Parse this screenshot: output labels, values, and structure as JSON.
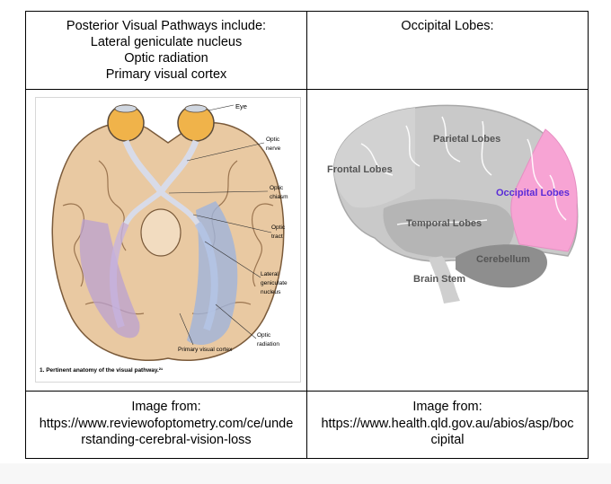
{
  "left_header": {
    "lines": [
      "Posterior Visual Pathways include:",
      "Lateral geniculate nucleus",
      "Optic radiation",
      "Primary visual cortex"
    ]
  },
  "right_header": {
    "text": "Occipital Lobes:"
  },
  "left_figure": {
    "labels": {
      "eye": "Eye",
      "optic_nerve_1": "Optic",
      "optic_nerve_2": "nerve",
      "optic_chiasm_1": "Optic",
      "optic_chiasm_2": "chiasm",
      "optic_tract_1": "Optic",
      "optic_tract_2": "tract",
      "lgn_1": "Lateral",
      "lgn_2": "geniculate",
      "lgn_3": "nucleus",
      "optic_radiation_1": "Optic",
      "optic_radiation_2": "radiation",
      "primary_visual_cortex": "Primary visual cortex"
    },
    "caption": "1. Pertinent anatomy of the visual pathway.²¹"
  },
  "right_figure": {
    "labels": {
      "parietal": "Parietal Lobes",
      "frontal": "Frontal Lobes",
      "occipital": "Occipital Lobes",
      "temporal": "Temporal Lobes",
      "cerebellum": "Cerebellum",
      "brain_stem": "Brain Stem"
    },
    "colors": {
      "brain_gray": "#c9c9c9",
      "temporal_gray": "#b5b5b5",
      "cerebellum_gray": "#8e8e8e",
      "occipital_pink": "#f7a4d4",
      "occipital_label": "#5a2bd8"
    }
  },
  "left_credit": {
    "lines": [
      "Image from:",
      "https://www.reviewofoptometry.com/ce/unde",
      "rstanding-cerebral-vision-loss"
    ]
  },
  "right_credit": {
    "lines": [
      "Image from:",
      "https://www.health.qld.gov.au/abios/asp/boc",
      "cipital"
    ]
  }
}
